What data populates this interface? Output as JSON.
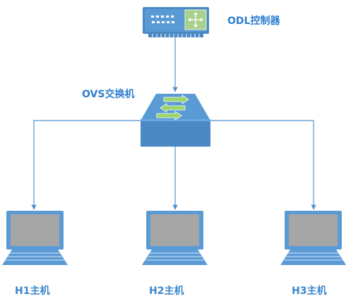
{
  "controller": {
    "label": "ODL控制器",
    "icon": "router-controller-icon"
  },
  "switch": {
    "label": "OVS交换机",
    "icon": "network-switch-icon"
  },
  "hosts": [
    {
      "label": "H1主机",
      "icon": "laptop-icon"
    },
    {
      "label": "H2主机",
      "icon": "laptop-icon"
    },
    {
      "label": "H3主机",
      "icon": "laptop-icon"
    }
  ],
  "colors": {
    "device_blue": "#5b9bd5",
    "device_dark": "#4a89c4",
    "screen_gray": "#a6a6a6",
    "arrow_green": "#9bd46a",
    "connector_blue": "#4f92d0",
    "label_blue": "#2f7fcf"
  }
}
